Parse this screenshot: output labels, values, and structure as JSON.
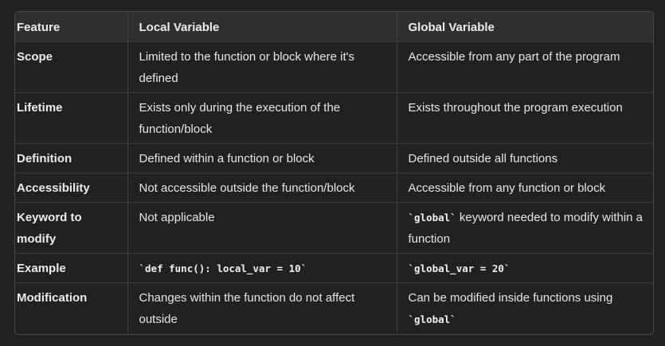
{
  "table": {
    "headers": [
      "Feature",
      "Local Variable",
      "Global Variable"
    ],
    "rows": [
      {
        "feature": "Scope",
        "local": "Limited to the function or block where it's defined",
        "global": "Accessible from any part of the program"
      },
      {
        "feature": "Lifetime",
        "local": "Exists only during the execution of the function/block",
        "global": "Exists throughout the program execution"
      },
      {
        "feature": "Definition",
        "local": "Defined within a function or block",
        "global": "Defined outside all functions"
      },
      {
        "feature": "Accessibility",
        "local": "Not accessible outside the function/block",
        "global": "Accessible from any function or block"
      },
      {
        "feature": "Keyword to modify",
        "local": "Not applicable",
        "global_code": "`global`",
        "global_text": " keyword needed to modify within a function"
      },
      {
        "feature": "Example",
        "local_code": "`def func(): local_var = 10`",
        "global_code": "`global_var = 20`"
      },
      {
        "feature": "Modification",
        "local": "Changes within the function do not affect outside",
        "global_text": "Can be modified inside functions using ",
        "global_code": "`global`"
      }
    ]
  }
}
